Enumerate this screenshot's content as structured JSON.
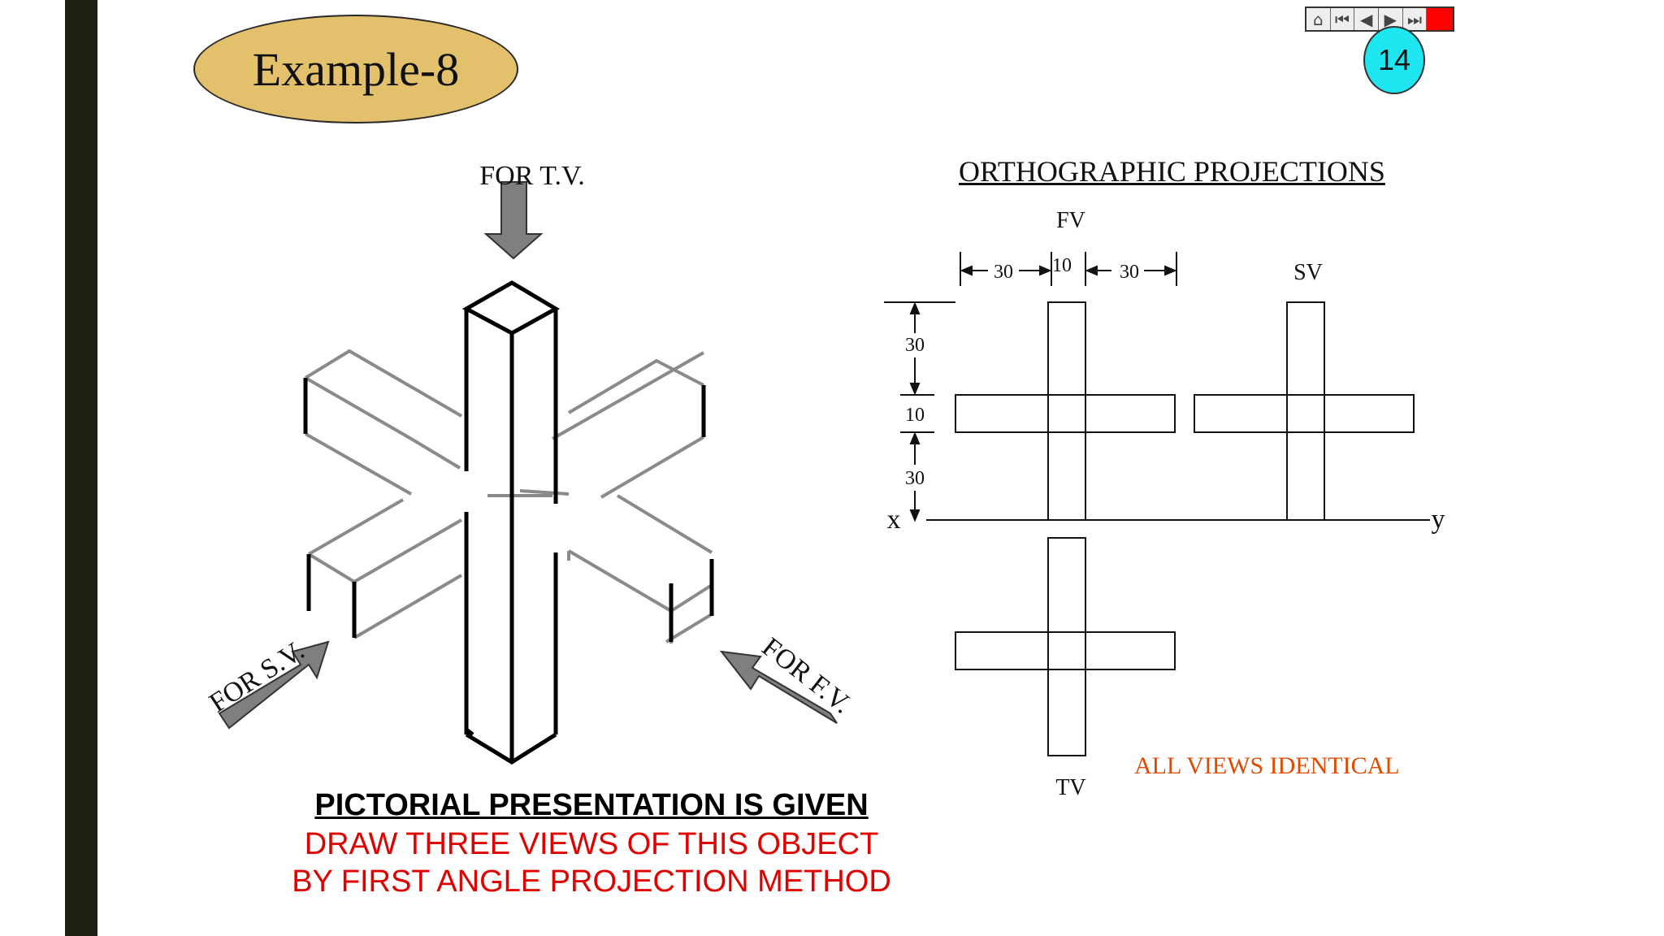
{
  "slide": {
    "title": "Example-8",
    "page_number": "14",
    "nav_icons": [
      "home-icon",
      "first-slide-icon",
      "previous-slide-icon",
      "next-slide-icon",
      "last-slide-icon",
      "end-show-icon"
    ],
    "nav_glyphs": [
      "⌂",
      "⏮",
      "◀",
      "▶",
      "⏭",
      ""
    ]
  },
  "pictorial": {
    "tv_label": "FOR T.V.",
    "sv_label": "FOR S.V.",
    "fv_label": "FOR F.V."
  },
  "orthographic": {
    "heading": "ORTHOGRAPHIC PROJECTIONS",
    "fv_label": "FV",
    "sv_label": "SV",
    "tv_label": "TV",
    "x_label": "x",
    "y_label": "y",
    "dim_h_left": "30",
    "dim_h_mid": "10",
    "dim_h_right": "30",
    "dim_v_top": "30",
    "dim_v_mid": "10",
    "dim_v_bottom": "30",
    "note": "ALL VIEWS IDENTICAL"
  },
  "caption": {
    "line1": "PICTORIAL PRESENTATION IS GIVEN",
    "line2": "DRAW THREE VIEWS OF THIS OBJECT",
    "line3": "BY FIRST ANGLE PROJECTION METHOD"
  },
  "colors": {
    "title_oval": "#e2c06c",
    "page_circle": "#1ee6f0",
    "stop_button": "#ff0000",
    "left_bar": "#1f1f14",
    "arrow_fill": "#7f7f7f",
    "red_text": "#e00000",
    "note_text": "#e24a00"
  }
}
